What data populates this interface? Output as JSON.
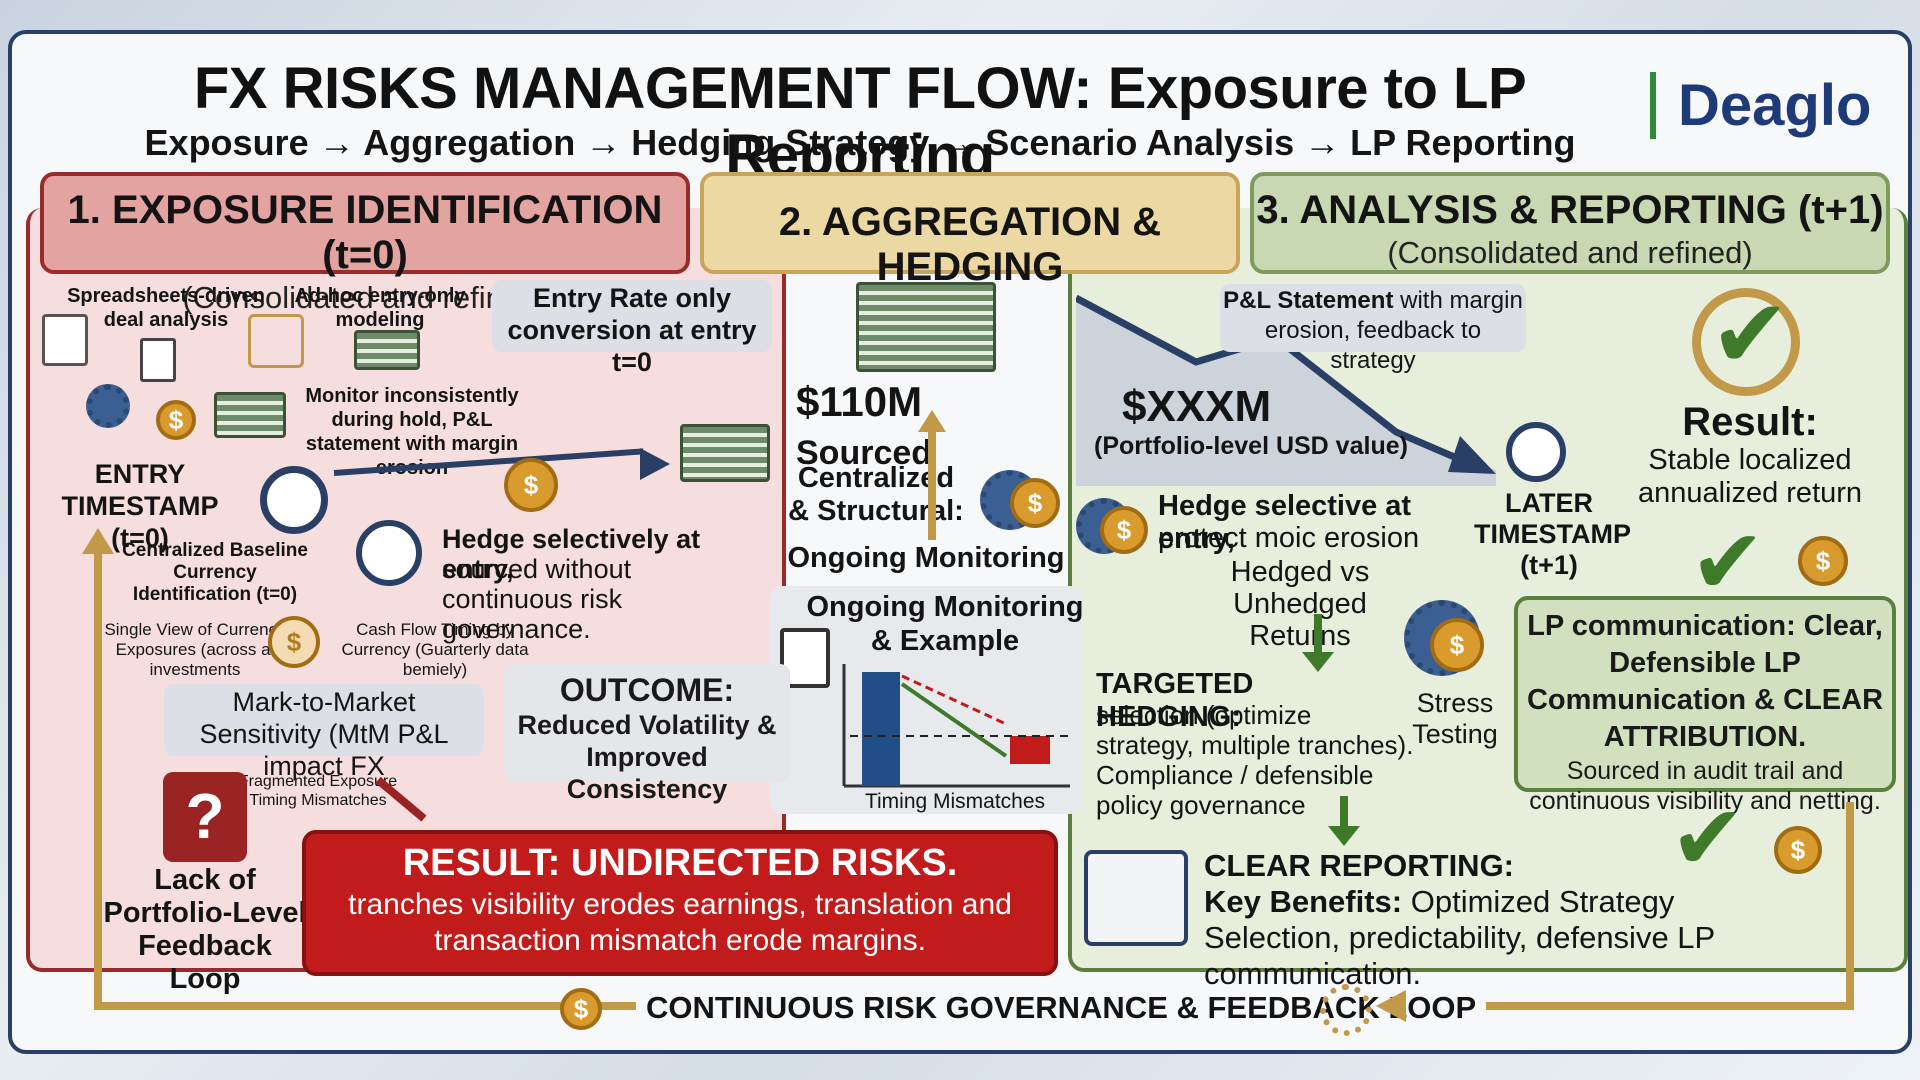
{
  "header": {
    "title": "FX RISKS MANAGEMENT FLOW: Exposure to LP Reporting",
    "subtitle": "Exposure → Aggregation → Hedging Strategy → Scenario Analysis → LP Reporting",
    "logo": "Deaglo"
  },
  "stage1": {
    "title": "1. EXPOSURE IDENTIFICATION (t=0)",
    "subtitle": "(Consolidated and refined)",
    "spreadsheets": "Spreadsheets-driven deal analysis",
    "adhoc": "Ad-hoc entry-only modeling",
    "entry_rate": "Entry Rate only conversion at entry t=0",
    "monitor": "Monitor inconsistently during hold, P&L statement with margin erosion",
    "entry_ts": "ENTRY TIMESTAMP (t=0)",
    "centralized": "Centralized Baseline Currency Identification (t=0)",
    "hedge": "Hedge selectively at entry,",
    "hedge_rest": "sourced without continuous risk governance.",
    "single_view": "Single View of Currency Exposures (across al investments",
    "cash_flow": "Cash Flow Timing by Currency (Guarterly data bemiely)",
    "mtm": "Mark-to-Market Sensitivity (MtM P&L impact FX",
    "fragmented": "Fragmented Exposure Timing Mismatches",
    "lack": "Lack of Portfolio-Level Feedback Loop",
    "result_title": "RESULT: UNDIRECTED RISKS.",
    "result_body": "tranches visibility erodes earnings, translation and transaction mismatch erode margins."
  },
  "stage2": {
    "title": "2. AGGREGATION & HEDGING",
    "sourced": "$110M",
    "sourced_label": "Sourced",
    "centralized": "Centralized & Structural:",
    "ongoing": "Ongoing Monitoring",
    "ongoing_example": "Ongoing Monitoring & Example",
    "timing": "Timing Mismatches",
    "outcome_title": "OUTCOME:",
    "outcome_body": "Reduced Volatility & Improved Consistency"
  },
  "stage3": {
    "title": "3. ANALYSIS & REPORTING (t+1)",
    "subtitle": "(Consolidated and refined)",
    "pl_bold": "P&L Statement",
    "pl_rest": "with margin erosion, feedback to strategy",
    "value": "$XXXM",
    "value_label": "(Portfolio-level USD value)",
    "hedge_bold": "Hedge selective at entry,",
    "hedge_rest": "protect moic erosion",
    "hedged_vs": "Hedged vs Unhedged Returns",
    "later_ts": "LATER TIMESTAMP (t+1)",
    "result_title": "Result:",
    "result_body": "Stable localized annualized return",
    "stress": "Stress Testing",
    "targeted_title": "TARGETED HEDGING:",
    "targeted_body": "selection (optimize strategy, multiple tranches). Compliance / defensible policy governance",
    "lp_title": "LP communication: Clear, Defensible LP Communication & CLEAR ATTRIBUTION.",
    "lp_body": "Sourced in audit trail and continuous visibility and netting.",
    "clear_title": "CLEAR REPORTING:",
    "clear_bold": "Key Benefits:",
    "clear_body": "Optimized Strategy Selection, predictability, defensive LP communication."
  },
  "footer": {
    "loop": "CONTINUOUS RISK GOVERNANCE & FEEDBACK LOOP"
  },
  "icons": {
    "currency": "$",
    "euro": "€",
    "question": "?",
    "check": "✔"
  },
  "colors": {
    "stage1": "#c11b1b",
    "stage2": "#c9a45a",
    "stage3": "#5b7f3d",
    "navy": "#2a3f66",
    "gold": "#c29849"
  }
}
